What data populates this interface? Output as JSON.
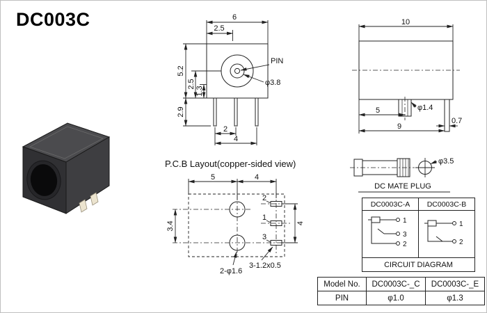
{
  "title": "DC003C",
  "front": {
    "d6": "6",
    "d25top": "2.5",
    "d52": "5.2",
    "d25side": "2.5",
    "d13": "1.3",
    "d29": "2.9",
    "pin": "PIN",
    "d38": "φ3.8",
    "d2": "2",
    "d4": "4"
  },
  "side": {
    "d10": "10",
    "d5": "5",
    "d14": "φ1.4",
    "d9": "9",
    "d07": "0.7"
  },
  "plug": {
    "label": "DC MATE PLUG",
    "d35": "φ3.5"
  },
  "pcb": {
    "title": "P.C.B Layout(copper-sided view)",
    "d5": "5",
    "d4top": "4",
    "d34": "3.4",
    "d4right": "4",
    "n2": "2",
    "n1": "1",
    "n3": "3",
    "holes": "2-φ1.6",
    "slots": "3-1.2x0.5"
  },
  "circuit": {
    "header_a": "DC0003C-A",
    "header_b": "DC0003C-B",
    "a1": "1",
    "a3": "3",
    "a2": "2",
    "b1": "1",
    "b2": "2",
    "caption": "CIRCUIT DIAGRAM"
  },
  "table": {
    "h_model": "Model No.",
    "h_c": "DC0003C-_C",
    "h_e": "DC0003C-_E",
    "pin": "PIN",
    "c": "φ1.0",
    "e": "φ1.3"
  }
}
